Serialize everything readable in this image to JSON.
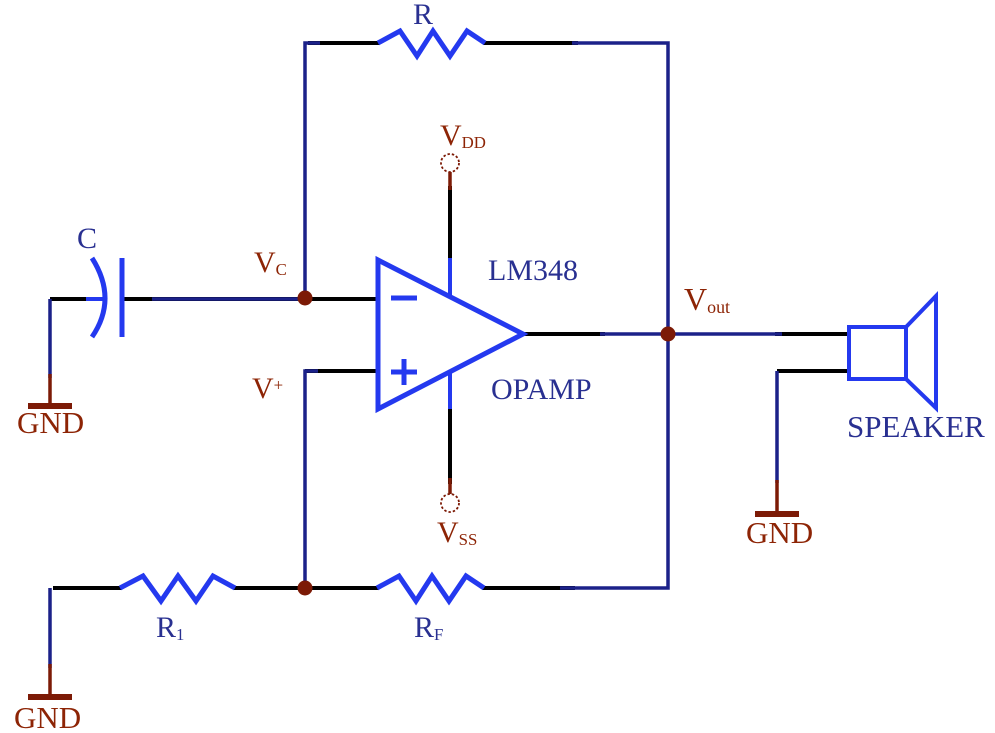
{
  "labels": {
    "r": "R",
    "c": "C",
    "r1": {
      "base": "R",
      "sub": "1"
    },
    "rf": {
      "base": "R",
      "sub": "F"
    },
    "vc": {
      "base": "V",
      "sub": "C"
    },
    "vplus": {
      "base": "V",
      "sup": "+"
    },
    "vdd": {
      "base": "V",
      "sub": "DD"
    },
    "vss": {
      "base": "V",
      "sub": "SS"
    },
    "vout": {
      "base": "V",
      "sub": "out"
    },
    "ic_name": "LM348",
    "ic_type": "OPAMP",
    "speaker": "SPEAKER",
    "gnd_input": "GND",
    "gnd_bottom": "GND",
    "gnd_speaker": "GND"
  },
  "opamp": {
    "inverting_marker": "−",
    "noninverting_marker": "+"
  },
  "colors": {
    "background": "#ffffff",
    "component_blue": "#2439ef",
    "wire_navy": "#1b2189",
    "wire_black": "#000000",
    "label_blue": "#293091",
    "label_red": "#8d2405",
    "symbol_red": "#7c1a06"
  }
}
